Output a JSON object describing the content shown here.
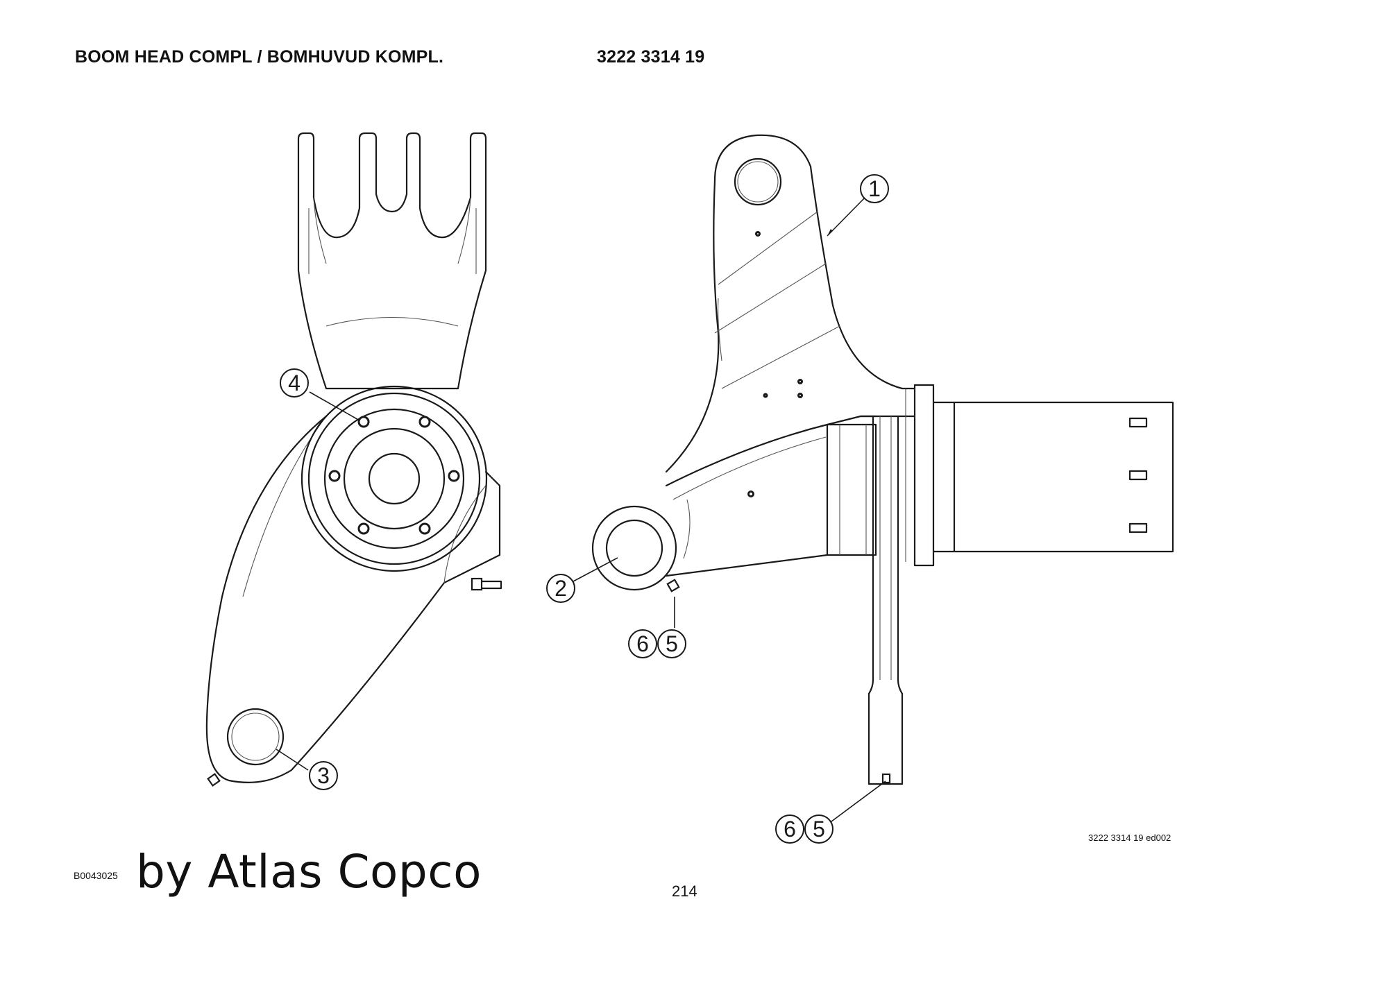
{
  "header": {
    "title": "BOOM HEAD COMPL / BOMHUVUD KOMPL.",
    "part_number": "3222 3314 19"
  },
  "callouts": [
    "1",
    "2",
    "3",
    "4",
    "5",
    "6",
    "5",
    "6"
  ],
  "edition": "3222 3314 19 ed002",
  "figure_id": "B0043025",
  "brand": "by Atlas Copco",
  "page_number": "214"
}
